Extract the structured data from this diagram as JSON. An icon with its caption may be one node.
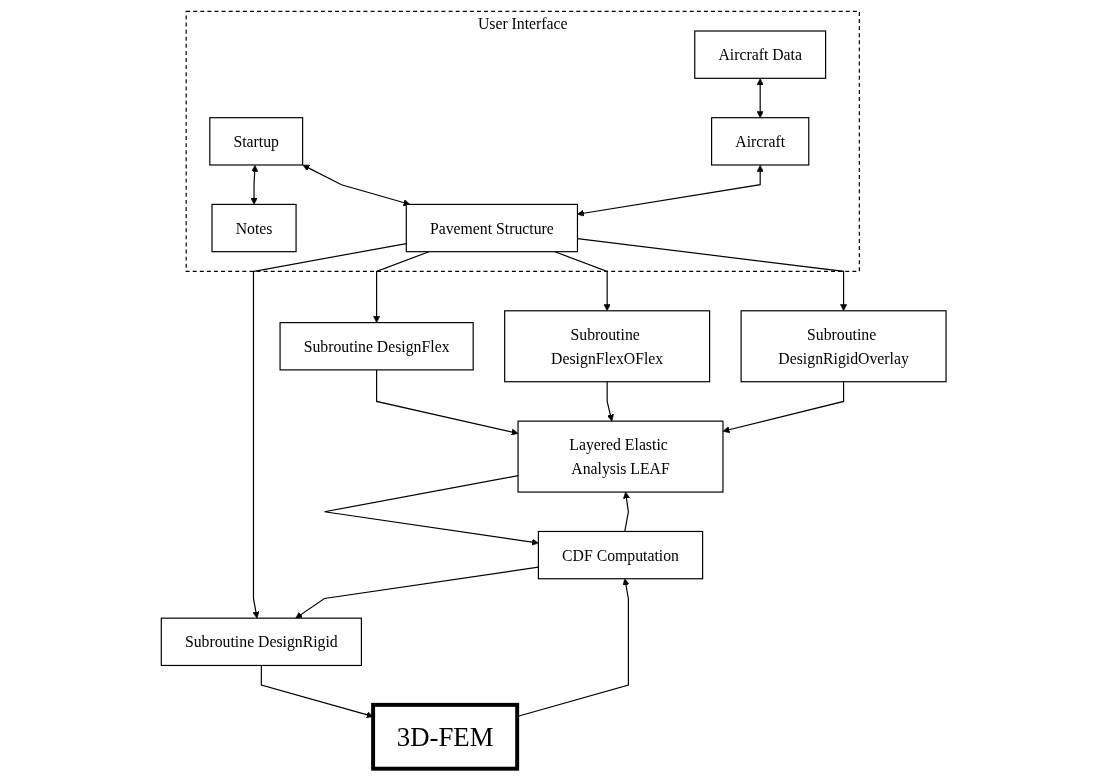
{
  "diagram": {
    "nodes": [
      {
        "text": [
          "User Interface"
        ]
      },
      {
        "text": [
          "Aircraft Data"
        ],
        "in": 0
      },
      {
        "text": [
          "Startup"
        ],
        "in": 0
      },
      {
        "text": [
          "Notes"
        ],
        "in": 0
      },
      {
        "text": [
          "Aircraft"
        ],
        "in": 0
      },
      {
        "text": [
          "Pavement Structure"
        ],
        "in": 0
      },
      {
        "text": [
          "Subroutine DesignFlex"
        ]
      },
      {
        "text": [
          "Subroutine DesignFlexOFlex"
        ]
      },
      {
        "text": [
          "Subroutine DesignRigidOverlay"
        ]
      },
      {
        "text": [
          "Subroutine DesignRigid"
        ]
      },
      {
        "text": [
          "Layered Elastic Analysis LEAF"
        ]
      },
      {
        "text": [
          "CDF Computation"
        ]
      },
      {
        "text": [
          "3D-FEM"
        ]
      }
    ],
    "edges": [
      {
        "from": 2,
        "to": 3,
        "arrow": "both"
      },
      {
        "from": 1,
        "to": 4,
        "arrow": "both"
      },
      {
        "from": 2,
        "to": 5,
        "arrow": "both"
      },
      {
        "from": 4,
        "to": 5,
        "arrow": "both"
      },
      {
        "from": 5,
        "to": 6,
        "arrow": "to"
      },
      {
        "from": 5,
        "to": 7,
        "arrow": "to"
      },
      {
        "from": 5,
        "to": 8,
        "arrow": "to"
      },
      {
        "from": 5,
        "to": 9,
        "arrow": "to"
      },
      {
        "from": 6,
        "to": 10,
        "arrow": "to"
      },
      {
        "from": 7,
        "to": 10,
        "arrow": "to"
      },
      {
        "from": 8,
        "to": 10,
        "arrow": "to"
      },
      {
        "from": 11,
        "to": 10,
        "arrow": "to"
      },
      {
        "from": 10,
        "to": 11,
        "arrow": "to"
      },
      {
        "from": 11,
        "to": 9,
        "arrow": "to"
      },
      {
        "from": 9,
        "to": 12,
        "arrow": "to"
      },
      {
        "from": 12,
        "to": 11,
        "arrow": "to"
      }
    ]
  }
}
